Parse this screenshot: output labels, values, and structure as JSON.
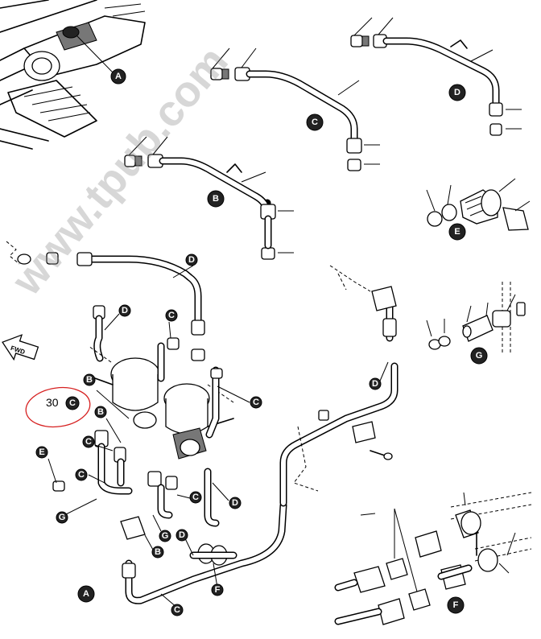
{
  "watermark": "www.tpub.com",
  "annotation": {
    "number": "30",
    "letter": "C",
    "color": "#d62020"
  },
  "view_labels": {
    "A": "A",
    "B": "B",
    "C": "C",
    "D": "D",
    "E": "E",
    "F": "F",
    "G": "G"
  },
  "callouts": {
    "b1": "B",
    "b2": "B",
    "b3": "B",
    "c1": "C",
    "c2": "C",
    "c3": "C",
    "c4": "C",
    "c5": "C",
    "c6": "C",
    "d1": "D",
    "d2": "D",
    "d3": "D",
    "d4": "D",
    "d5": "D",
    "e1": "E",
    "f1": "F",
    "g1": "G",
    "g2": "G"
  },
  "fwd_label": "FWD",
  "colors": {
    "line": "#000000",
    "annotation": "#d62020",
    "callout_fill": "#222222"
  }
}
